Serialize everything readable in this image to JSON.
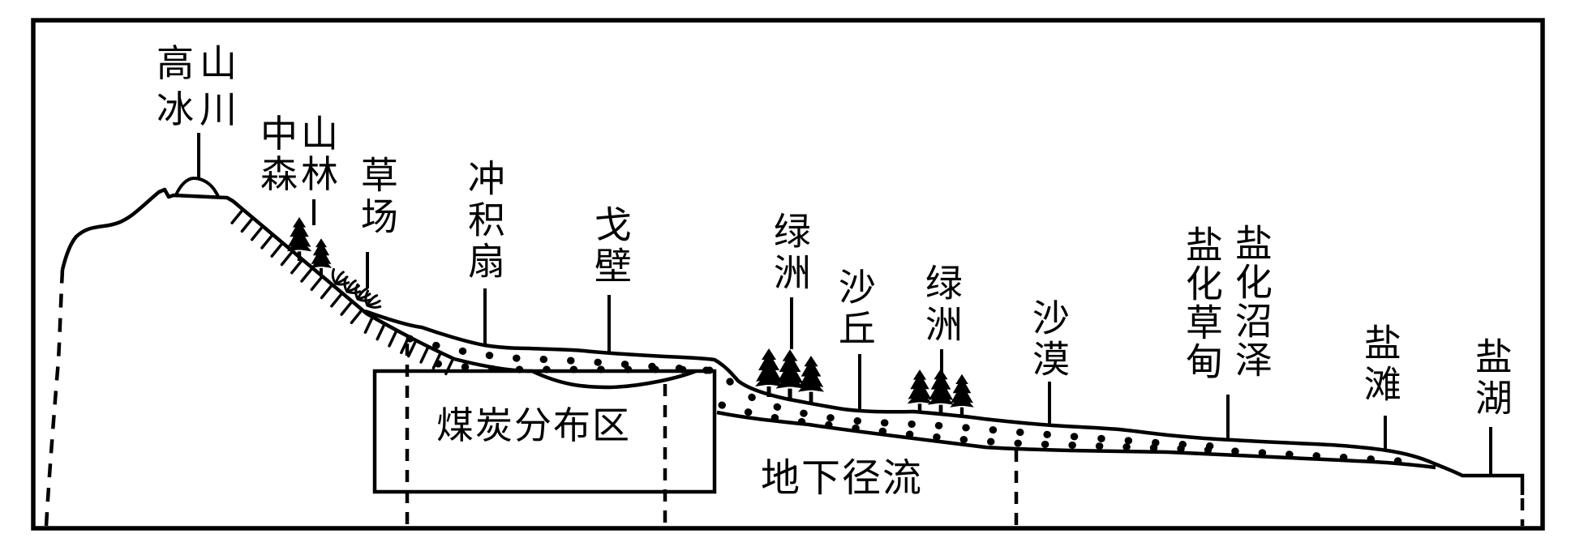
{
  "figure": {
    "title_hint": "荒漠绿洲剖面示意图",
    "colors": {
      "ink": "#000000",
      "background": "#ffffff"
    },
    "labels": {
      "glacier": {
        "line1": "高山",
        "line2": "冰川"
      },
      "forest": {
        "line1": "中山",
        "line2": "森林"
      },
      "grassland": {
        "text": "草场"
      },
      "alluvial_fan": {
        "text": "冲积扇"
      },
      "gobi": {
        "text": "戈壁"
      },
      "oasis_upper": {
        "text": "绿洲"
      },
      "sand_dune": {
        "text": "沙丘"
      },
      "oasis_lower": {
        "text": "绿洲"
      },
      "desert": {
        "text": "沙漠"
      },
      "salinized_meadow": {
        "text": "盐化草甸"
      },
      "salinized_marsh": {
        "text": "盐化沼泽"
      },
      "salt_flat": {
        "text": "盐滩"
      },
      "salt_lake": {
        "text": "盐湖"
      },
      "coal_area": {
        "text": "煤炭分布区"
      },
      "underground_runoff": {
        "text": "地下径流"
      }
    }
  }
}
